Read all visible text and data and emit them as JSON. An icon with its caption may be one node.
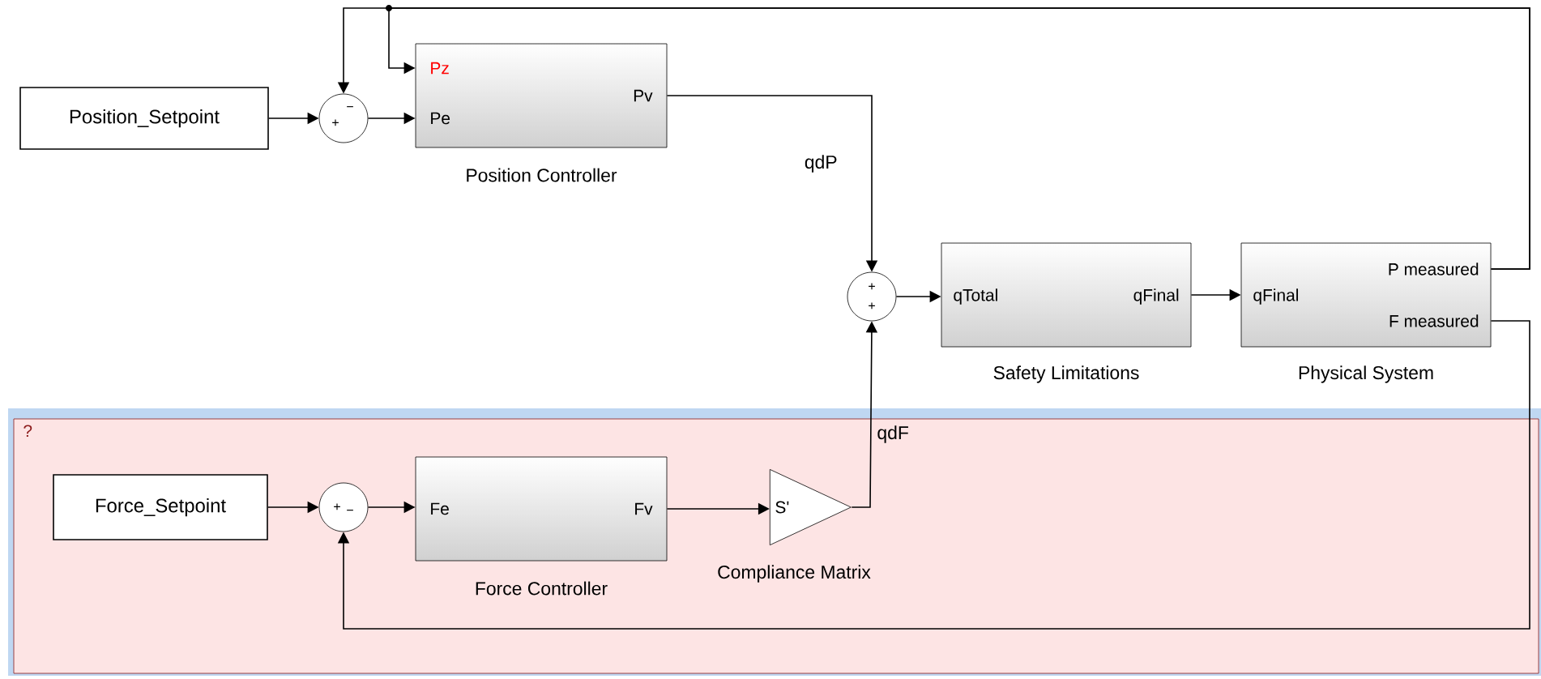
{
  "diagram": {
    "nodes": [
      {
        "text": [
          "Position_Setpoint"
        ]
      },
      {
        "text": [
          "+",
          "−"
        ]
      },
      {
        "text": [
          "Pz",
          "Pe",
          "Pv"
        ],
        "beside": [
          "Position Controller"
        ]
      },
      {
        "text": [
          "+",
          "+"
        ]
      },
      {
        "text": [
          "qTotal",
          "qFinal"
        ],
        "beside": [
          "Safety Limitations"
        ]
      },
      {
        "text": [
          "qFinal",
          "P measured",
          "F measured"
        ],
        "beside": [
          "Physical System"
        ]
      },
      {
        "text": [
          "?"
        ]
      },
      {
        "text": [
          "Force_Setpoint"
        ],
        "in": 6
      },
      {
        "text": [
          "+",
          "−"
        ],
        "in": 6
      },
      {
        "text": [
          "Fe",
          "Fv"
        ],
        "beside": [
          "Force Controller"
        ],
        "in": 6
      },
      {
        "text": [
          "S'"
        ],
        "beside": [
          "Compliance Matrix"
        ],
        "in": 6
      }
    ],
    "edges": [
      {
        "from": 0,
        "to": 1,
        "arrow": "to"
      },
      {
        "from": 1,
        "to": 2,
        "arrow": "to"
      },
      {
        "from": 5,
        "to": 1,
        "arrow": "to"
      },
      {
        "from": 5,
        "to": 2,
        "arrow": "to"
      },
      {
        "from": 2,
        "to": 3,
        "label": "qdP",
        "arrow": "to"
      },
      {
        "from": 3,
        "to": 4,
        "arrow": "to"
      },
      {
        "from": 4,
        "to": 5,
        "arrow": "to"
      },
      {
        "from": 5,
        "to": 8,
        "arrow": "to"
      },
      {
        "from": 7,
        "to": 8,
        "arrow": "to"
      },
      {
        "from": 8,
        "to": 9,
        "arrow": "to"
      },
      {
        "from": 9,
        "to": 10,
        "arrow": "to"
      },
      {
        "from": 10,
        "to": 3,
        "label": "qdF",
        "arrow": "to"
      }
    ]
  }
}
